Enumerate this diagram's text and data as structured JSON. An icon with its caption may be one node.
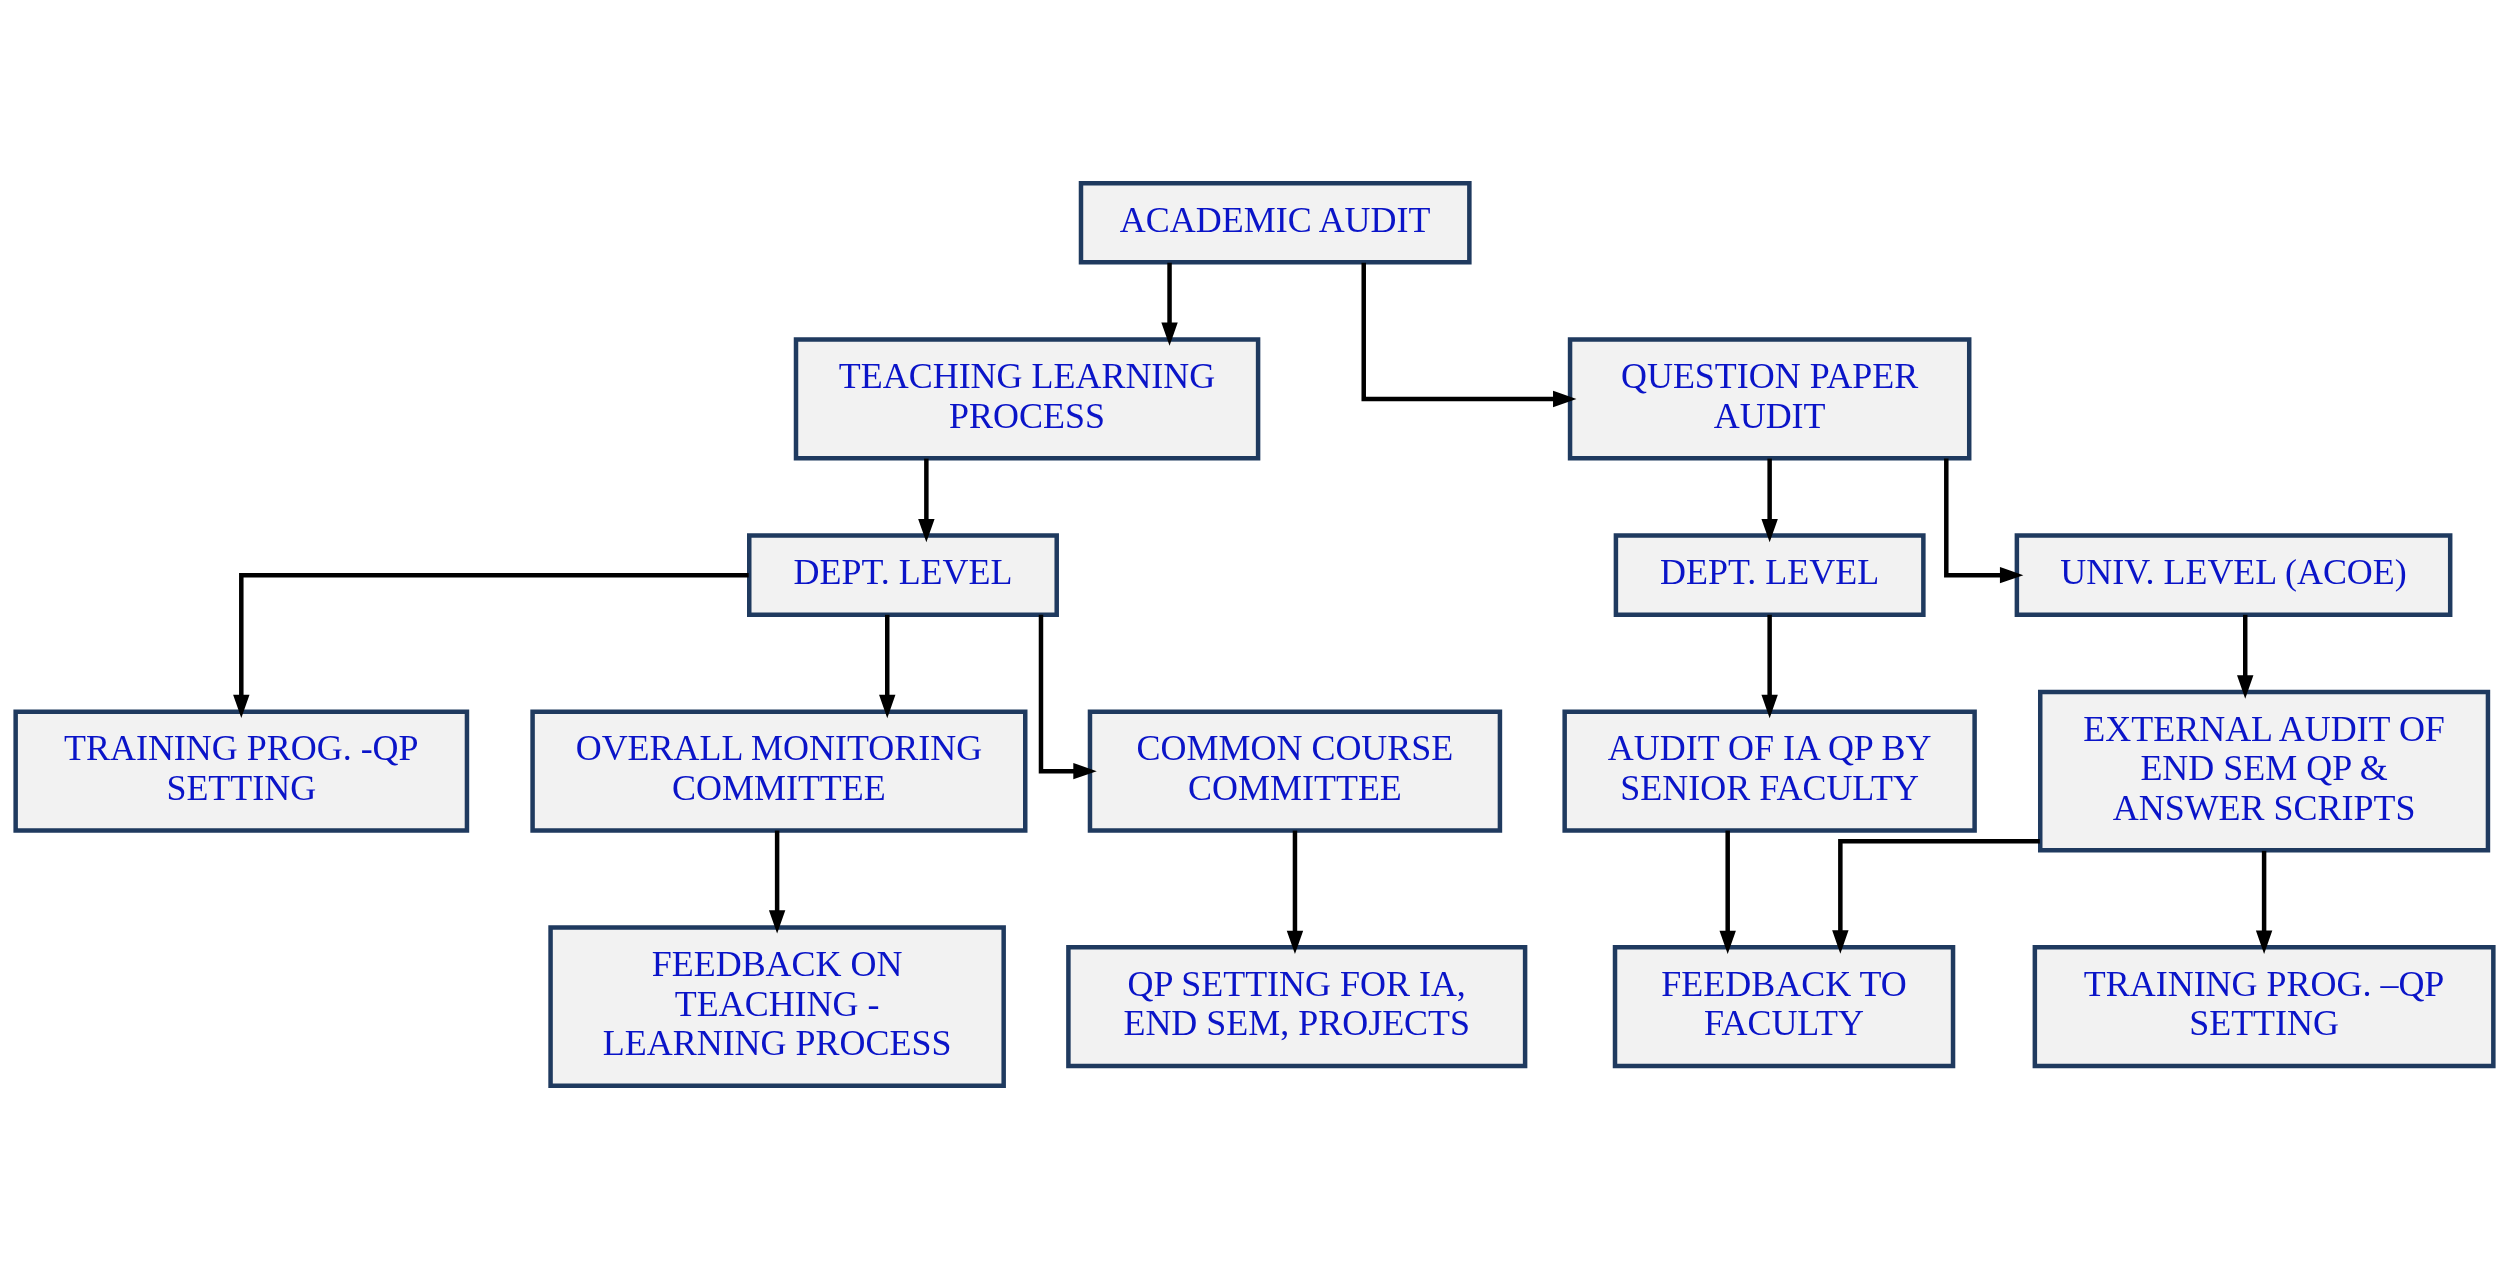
{
  "diagram": {
    "nodes": [
      {
        "text": [
          "ACADEMIC AUDIT"
        ]
      },
      {
        "text": [
          "TEACHING LEARNING PROCESS"
        ]
      },
      {
        "text": [
          "QUESTION PAPER AUDIT"
        ]
      },
      {
        "text": [
          "DEPT. LEVEL"
        ]
      },
      {
        "text": [
          "DEPT. LEVEL"
        ]
      },
      {
        "text": [
          "UNIV. LEVEL (ACOE)"
        ]
      },
      {
        "text": [
          "TRAINING PROG. -QP SETTING"
        ]
      },
      {
        "text": [
          "OVERALL MONITORING COMMITTEE"
        ]
      },
      {
        "text": [
          "COMMON COURSE COMMITTEE"
        ]
      },
      {
        "text": [
          "AUDIT OF IA QP BY SENIOR FACULTY"
        ]
      },
      {
        "text": [
          "EXTERNAL AUDIT OF END SEM QP & ANSWER SCRIPTS"
        ]
      },
      {
        "text": [
          "FEEDBACK ON TEACHING - LEARNING PROCESS"
        ]
      },
      {
        "text": [
          "QP SETTING FOR IA, END SEM, PROJECTS"
        ]
      },
      {
        "text": [
          "FEEDBACK TO FACULTY"
        ]
      },
      {
        "text": [
          "TRAINING PROG. –QP SETTING"
        ]
      }
    ],
    "edges": [
      {
        "from": 0,
        "to": 1,
        "arrow": "to"
      },
      {
        "from": 0,
        "to": 2,
        "arrow": "to"
      },
      {
        "from": 1,
        "to": 3,
        "arrow": "to"
      },
      {
        "from": 2,
        "to": 4,
        "arrow": "to"
      },
      {
        "from": 2,
        "to": 5,
        "arrow": "to"
      },
      {
        "from": 3,
        "to": 6,
        "arrow": "to"
      },
      {
        "from": 3,
        "to": 7,
        "arrow": "to"
      },
      {
        "from": 3,
        "to": 8,
        "arrow": "to"
      },
      {
        "from": 4,
        "to": 9,
        "arrow": "to"
      },
      {
        "from": 5,
        "to": 10,
        "arrow": "to"
      },
      {
        "from": 7,
        "to": 11,
        "arrow": "to"
      },
      {
        "from": 8,
        "to": 12,
        "arrow": "to"
      },
      {
        "from": 9,
        "to": 13,
        "arrow": "to"
      },
      {
        "from": 10,
        "to": 13,
        "arrow": "to"
      },
      {
        "from": 10,
        "to": 14,
        "arrow": "to"
      }
    ]
  }
}
